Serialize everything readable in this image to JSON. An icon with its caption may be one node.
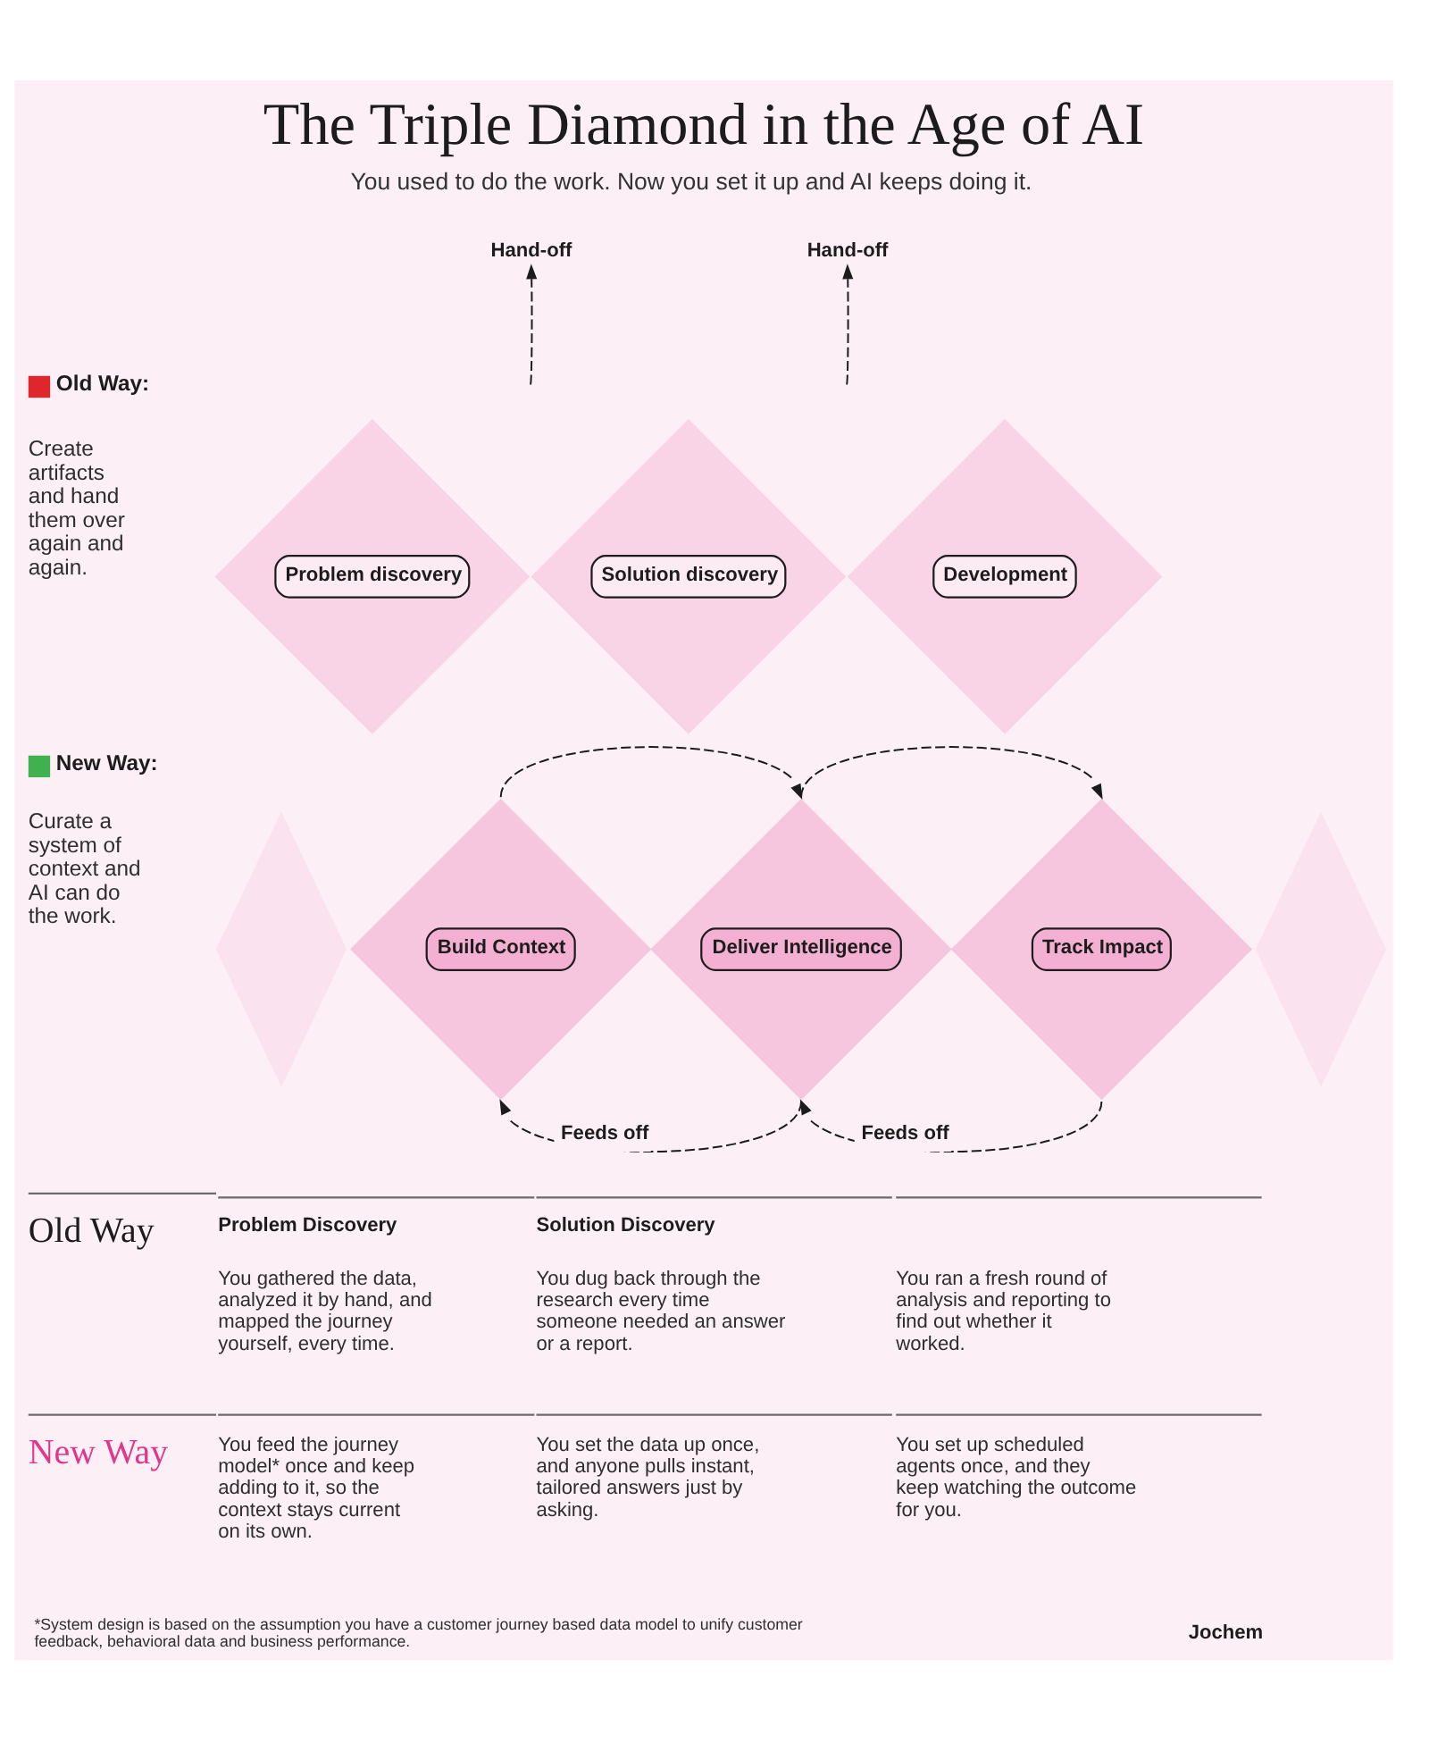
{
  "diagram": {
    "title": "The Triple Diamond in the Age of AI",
    "nodes": [
      {
        "text": [
          "Hand-off"
        ]
      },
      {
        "text": [
          "Hand-off"
        ]
      },
      {
        "text": [
          "Problem discovery"
        ]
      },
      {
        "text": [
          "Solution discovery"
        ]
      },
      {
        "text": [
          "Development"
        ]
      },
      {
        "text": [],
        "shape": "diamond"
      },
      {
        "text": [
          "Build Context"
        ]
      },
      {
        "text": [
          "Deliver Intelligence"
        ]
      },
      {
        "text": [
          "Track Impact"
        ]
      },
      {
        "text": [],
        "shape": "diamond"
      }
    ],
    "edges": [
      {
        "from": null,
        "to": 0,
        "arrow": "to",
        "style": "dashed"
      },
      {
        "from": null,
        "to": 1,
        "arrow": "to",
        "style": "dashed"
      },
      {
        "from": 6,
        "to": 7,
        "arrow": "to",
        "style": "dashed"
      },
      {
        "from": 7,
        "to": 8,
        "arrow": "to",
        "style": "dashed"
      },
      {
        "from": 7,
        "to": 6,
        "arrow": "to",
        "style": "dashed",
        "label": "Feeds off"
      },
      {
        "from": 8,
        "to": 7,
        "arrow": "to",
        "style": "dashed",
        "label": "Feeds off"
      }
    ],
    "labels": [
      "You used to do the work. Now you set it up and AI keeps doing it.",
      "Old Way:",
      "Create artifacts and hand them over again and again.",
      "New Way:",
      "Curate a system of context and AI can do the work.",
      "Old Way",
      "Problem Discovery",
      "You gathered the data, analyzed it by hand, and mapped the journey yourself, every time.",
      "Solution Discovery",
      "You dug back through the research every time someone needed an answer or a report.",
      "You ran a fresh round of analysis and reporting to find out whether it worked.",
      "New Way",
      "You feed the journey model* once and keep adding to it, so the context stays current on its own.",
      "You set the data up once, and anyone pulls instant, tailored answers just by asking.",
      "You set up scheduled agents once, and they keep watching the outcome for you.",
      "*System design is based on the assumption you have a customer journey based data model to unify customer feedback, behavioral data and business performance.",
      "Jochem"
    ]
  }
}
